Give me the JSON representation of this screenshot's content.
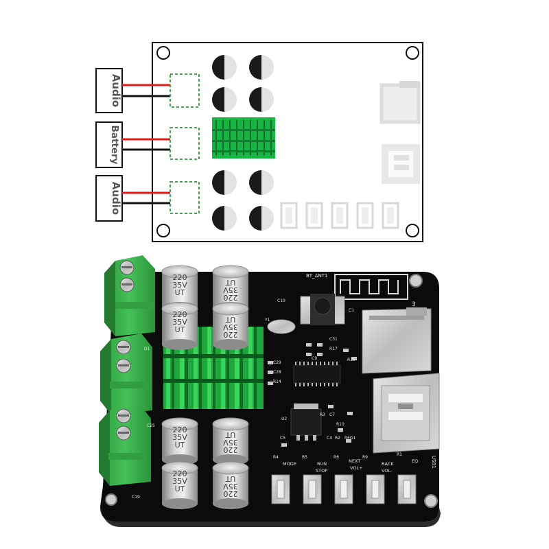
{
  "diagram": {
    "labels": [
      "Audio",
      "Battery",
      "Audio"
    ]
  },
  "board": {
    "header": "BT_ANT1",
    "sd_label": "3",
    "usb_label": "USB1",
    "buttons": [
      "MODE",
      "RUN",
      "STOP",
      "NEXT",
      "VOL+",
      "BACK",
      "VOL-",
      "EQ"
    ],
    "refs": [
      "C10",
      "C1",
      "Y1",
      "C29",
      "C28",
      "R14",
      "C31",
      "R17",
      "R15",
      "C9",
      "U2",
      "R3",
      "C7",
      "R10",
      "C4",
      "R2",
      "REG1",
      "C5",
      "R4",
      "R5",
      "R6",
      "R9",
      "R1",
      "C19",
      "C25",
      "D1"
    ],
    "capacitors": [
      {
        "text": [
          "220",
          "35V",
          "UT"
        ]
      },
      {
        "text": [
          "220",
          "35V",
          "UT"
        ]
      },
      {
        "text": [
          "220",
          "35V",
          "UT"
        ]
      },
      {
        "text": [
          "220",
          "35V",
          "UT"
        ]
      },
      {
        "text": [
          "220",
          "35V",
          "UT"
        ]
      },
      {
        "text": [
          "220",
          "35V",
          "UT"
        ]
      },
      {
        "text": [
          "220",
          "35V",
          "UT"
        ]
      },
      {
        "text": [
          "220",
          "35V",
          "UT"
        ]
      }
    ]
  },
  "colors": {
    "pcb": "#0b0b0b",
    "heatsink": "#1fc24a",
    "terminal": "#34b34a",
    "wire_red": "#e01919",
    "wire_black": "#111111",
    "dashed": "#2a9a3a"
  }
}
